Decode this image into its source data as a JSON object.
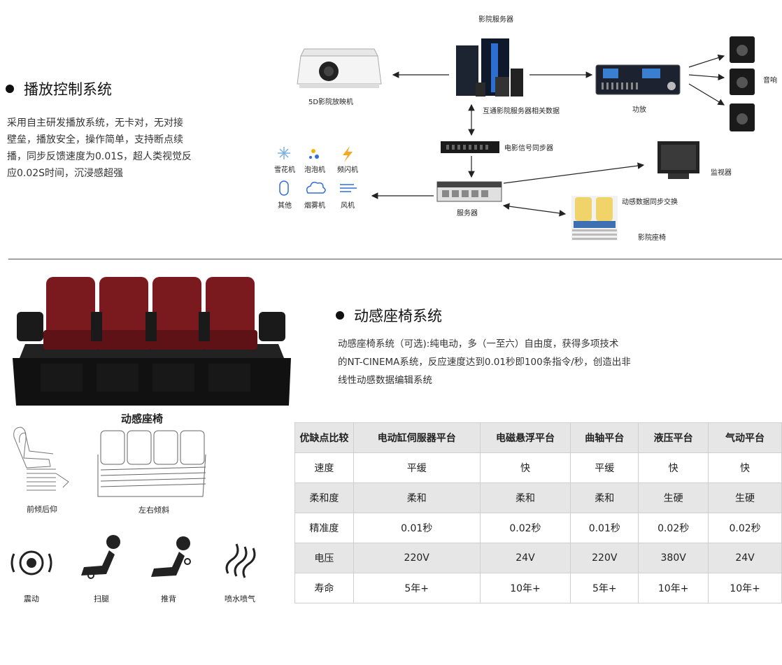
{
  "playback": {
    "title": "播放控制系统",
    "desc_lines": [
      "采用自主研发播放系统，无卡对，无对接",
      "壁垒，播放安全，操作简单，支持断点续",
      "播，同步反馈速度为0.01S，超人类视觉反",
      "应0.02S时间，沉浸感超强"
    ]
  },
  "diagram": {
    "server_title": "影院服务器",
    "projector": "5D影院放映机",
    "interconnect": "互通影院服务器相关数据",
    "amplifier": "功放",
    "speaker": "音响",
    "sync": "电影信号同步器",
    "monitor": "监视器",
    "server": "服务器",
    "motion_sync": "动感数据同步交换",
    "seat": "影院座椅",
    "effects": [
      "雪花机",
      "泡泡机",
      "频闪机",
      "其他",
      "烟雾机",
      "风机"
    ]
  },
  "motion": {
    "title": "动感座椅系统",
    "desc_lines": [
      "动感座椅系统（可选):纯电动，多（一至六）自由度，获得多项技术",
      "的NT-CINEMA系统，反应速度达到0.01秒即100条指令/秒，创造出非",
      "线性动感数据编辑系统"
    ],
    "seat_caption": "动感座椅",
    "tilt1": "前倾后仰",
    "tilt2": "左右倾斜",
    "effects": [
      "震动",
      "扫腿",
      "推背",
      "喷水喷气"
    ]
  },
  "table": {
    "headers": [
      "优缺点比较",
      "电动缸伺服器平台",
      "电磁悬浮平台",
      "曲轴平台",
      "液压平台",
      "气动平台"
    ],
    "rows": [
      [
        "速度",
        "平缓",
        "快",
        "平缓",
        "快",
        "快"
      ],
      [
        "柔和度",
        "柔和",
        "柔和",
        "柔和",
        "生硬",
        "生硬"
      ],
      [
        "精准度",
        "0.01秒",
        "0.02秒",
        "0.01秒",
        "0.02秒",
        "0.02秒"
      ],
      [
        "电压",
        "220V",
        "24V",
        "220V",
        "380V",
        "24V"
      ],
      [
        "寿命",
        "5年+",
        "10年+",
        "5年+",
        "10年+",
        "10年+"
      ]
    ]
  },
  "colors": {
    "seat_red": "#7a1a1f",
    "table_gray": "#e6e6e6",
    "icon_blue": "#2f6fd6"
  }
}
